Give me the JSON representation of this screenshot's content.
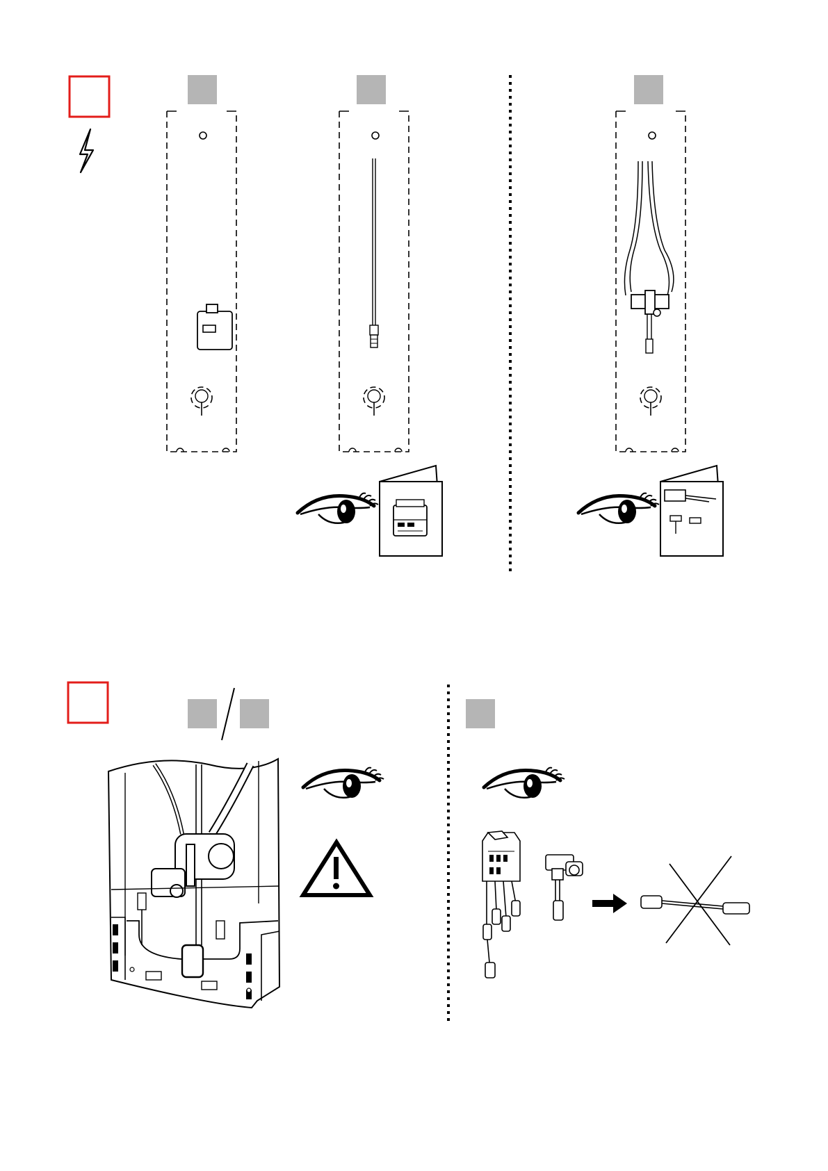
{
  "page": {
    "background": "#ffffff",
    "frame_color": "#e31d1a",
    "badge_color": "#b5b5b5",
    "line_color": "#000000"
  },
  "sections": [
    {
      "id": "step-1",
      "marker": "red-square",
      "icons": [
        "lightning-bolt-icon",
        "eye-icon",
        "eye-icon"
      ],
      "variants": [
        {
          "badge": "",
          "component": "control-module"
        },
        {
          "badge": "",
          "component": "single-cable",
          "manual": "din-rail-power-supply-manual"
        },
        {
          "badge": "",
          "component": "y-cable-with-t-connector",
          "manual": "cable-kit-manual"
        }
      ]
    },
    {
      "id": "step-2",
      "marker": "red-square",
      "icons": [
        "eye-icon",
        "warning-triangle-icon",
        "eye-icon",
        "arrow-right-icon",
        "cross-out-icon"
      ],
      "variants": [
        {
          "badge": "",
          "alt_badge": "",
          "component": "valve-housing-interior"
        },
        {
          "badge": "",
          "component": "module-cables-and-t-connector"
        }
      ]
    }
  ]
}
